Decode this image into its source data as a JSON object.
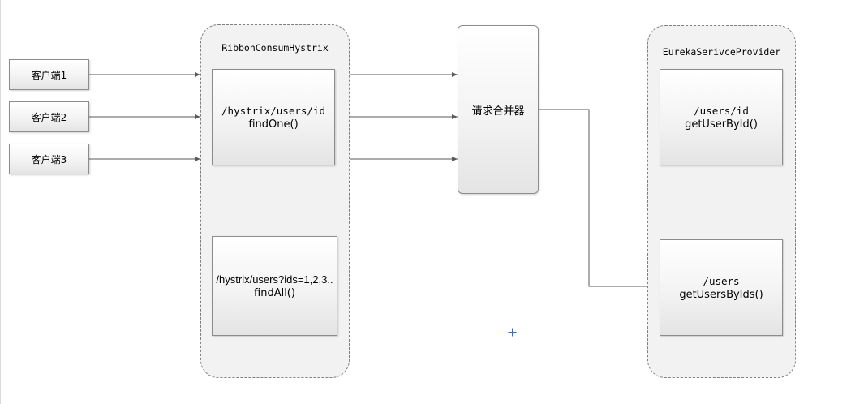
{
  "clients": [
    {
      "label": "客户端1"
    },
    {
      "label": "客户端2"
    },
    {
      "label": "客户端3"
    }
  ],
  "consumer_container": {
    "title": "RibbonConsumHystrix",
    "find_one": {
      "path": "/hystrix/users/id",
      "method": "findOne()"
    },
    "find_all": {
      "path": "/hystrix/users?ids=1,2,3..",
      "method": "findAll()"
    }
  },
  "merger": {
    "label": "请求合并器"
  },
  "provider_container": {
    "title": "EurekaSerivceProvider",
    "get_user": {
      "path": "/users/id",
      "method": "getUserById()"
    },
    "get_users": {
      "path": "/users",
      "method": "getUsersByIds()"
    }
  },
  "colors": {
    "line": "#595959",
    "container_fill": "#f2f2f2",
    "container_border": "#7f7f7f",
    "cursor": "#2f6fc6"
  },
  "icons": {
    "cursor": "crosshair-cursor-icon"
  }
}
